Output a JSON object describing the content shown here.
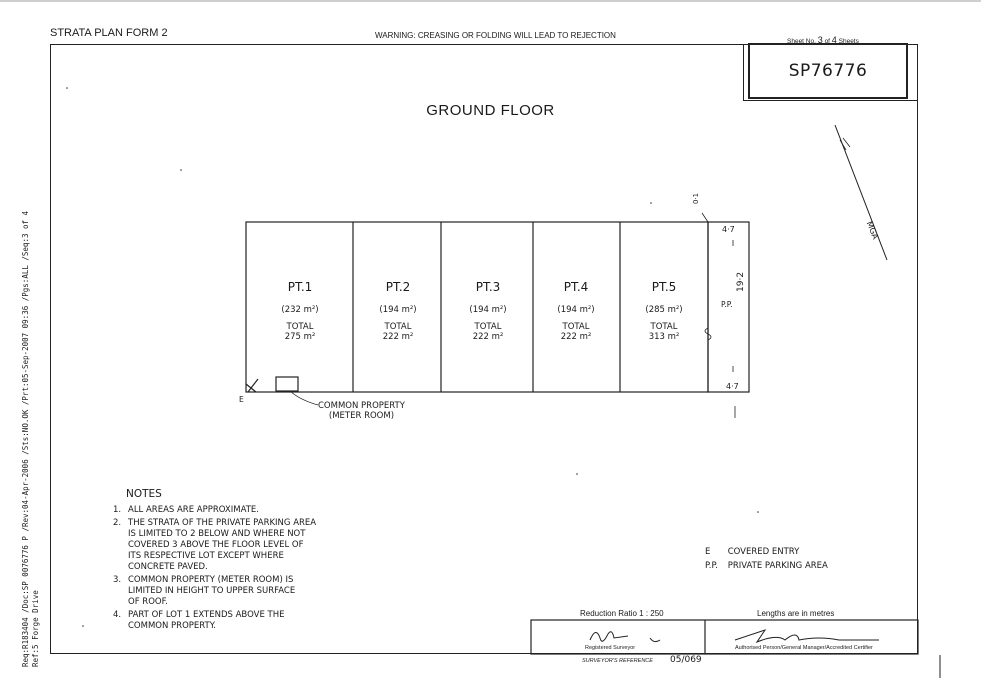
{
  "header": {
    "form": "STRATA PLAN FORM 2",
    "warning": "WARNING: CREASING OR FOLDING WILL LEAD TO REJECTION",
    "sheet_label": "Sheet No.",
    "sheet_num": "3",
    "sheet_of": "of",
    "sheet_total": "4",
    "sheets_label": "Sheets",
    "plan_number": "SP76776"
  },
  "title": "GROUND FLOOR",
  "lots": [
    {
      "name": "PT.1",
      "area": "(232 m²)",
      "total_label": "TOTAL",
      "total": "275 m²"
    },
    {
      "name": "PT.2",
      "area": "(194 m²)",
      "total_label": "TOTAL",
      "total": "222 m²"
    },
    {
      "name": "PT.3",
      "area": "(194 m²)",
      "total_label": "TOTAL",
      "total": "222 m²"
    },
    {
      "name": "PT.4",
      "area": "(194 m²)",
      "total_label": "TOTAL",
      "total": "222 m²"
    },
    {
      "name": "PT.5",
      "area": "(285 m²)",
      "total_label": "TOTAL",
      "total": "313 m²"
    }
  ],
  "dimensions": {
    "offset": "0·1",
    "top_right": "4·7",
    "bottom_right": "4·7",
    "depth": "19·2",
    "pp": "P.P."
  },
  "entry_label": "E",
  "common_property": {
    "line1": "COMMON PROPERTY",
    "line2": "(METER ROOM)"
  },
  "north": "MGA",
  "notes": {
    "heading": "NOTES",
    "items": [
      {
        "num": "1.",
        "lines": [
          "ALL AREAS ARE APPROXIMATE."
        ]
      },
      {
        "num": "2.",
        "lines": [
          "THE STRATA OF THE PRIVATE PARKING AREA",
          "IS LIMITED TO 2 BELOW AND WHERE NOT",
          "COVERED 3 ABOVE THE FLOOR LEVEL OF",
          "ITS RESPECTIVE LOT EXCEPT WHERE",
          "CONCRETE PAVED."
        ]
      },
      {
        "num": "3.",
        "lines": [
          "COMMON PROPERTY (METER ROOM) IS",
          "LIMITED IN HEIGHT TO UPPER SURFACE",
          "OF ROOF."
        ]
      },
      {
        "num": "4.",
        "lines": [
          "PART OF LOT 1 EXTENDS ABOVE THE",
          "COMMON PROPERTY."
        ]
      }
    ]
  },
  "legend": [
    {
      "key": "E",
      "text": "COVERED ENTRY"
    },
    {
      "key": "P.P.",
      "text": "PRIVATE PARKING AREA"
    }
  ],
  "footer": {
    "reduction": "Reduction Ratio 1 : 250",
    "lengths": "Lengths are in metres",
    "surveyor_label": "Registered Surveyor",
    "authorised_label": "Authorised Person/General Manager/Accredited Certifier",
    "ref_label": "SURVEYOR'S REFERENCE",
    "ref_value": "05/069"
  },
  "side_text": {
    "line1": "Req:R183404 /Doc:SP 0076776 P /Rev:04-Apr-2006 /Sts:NO.OK /Prt:05-Sep-2007 09:36 /Pgs:ALL /Seq:3 of 4",
    "line2": "Ref:5 Forge Drive"
  }
}
